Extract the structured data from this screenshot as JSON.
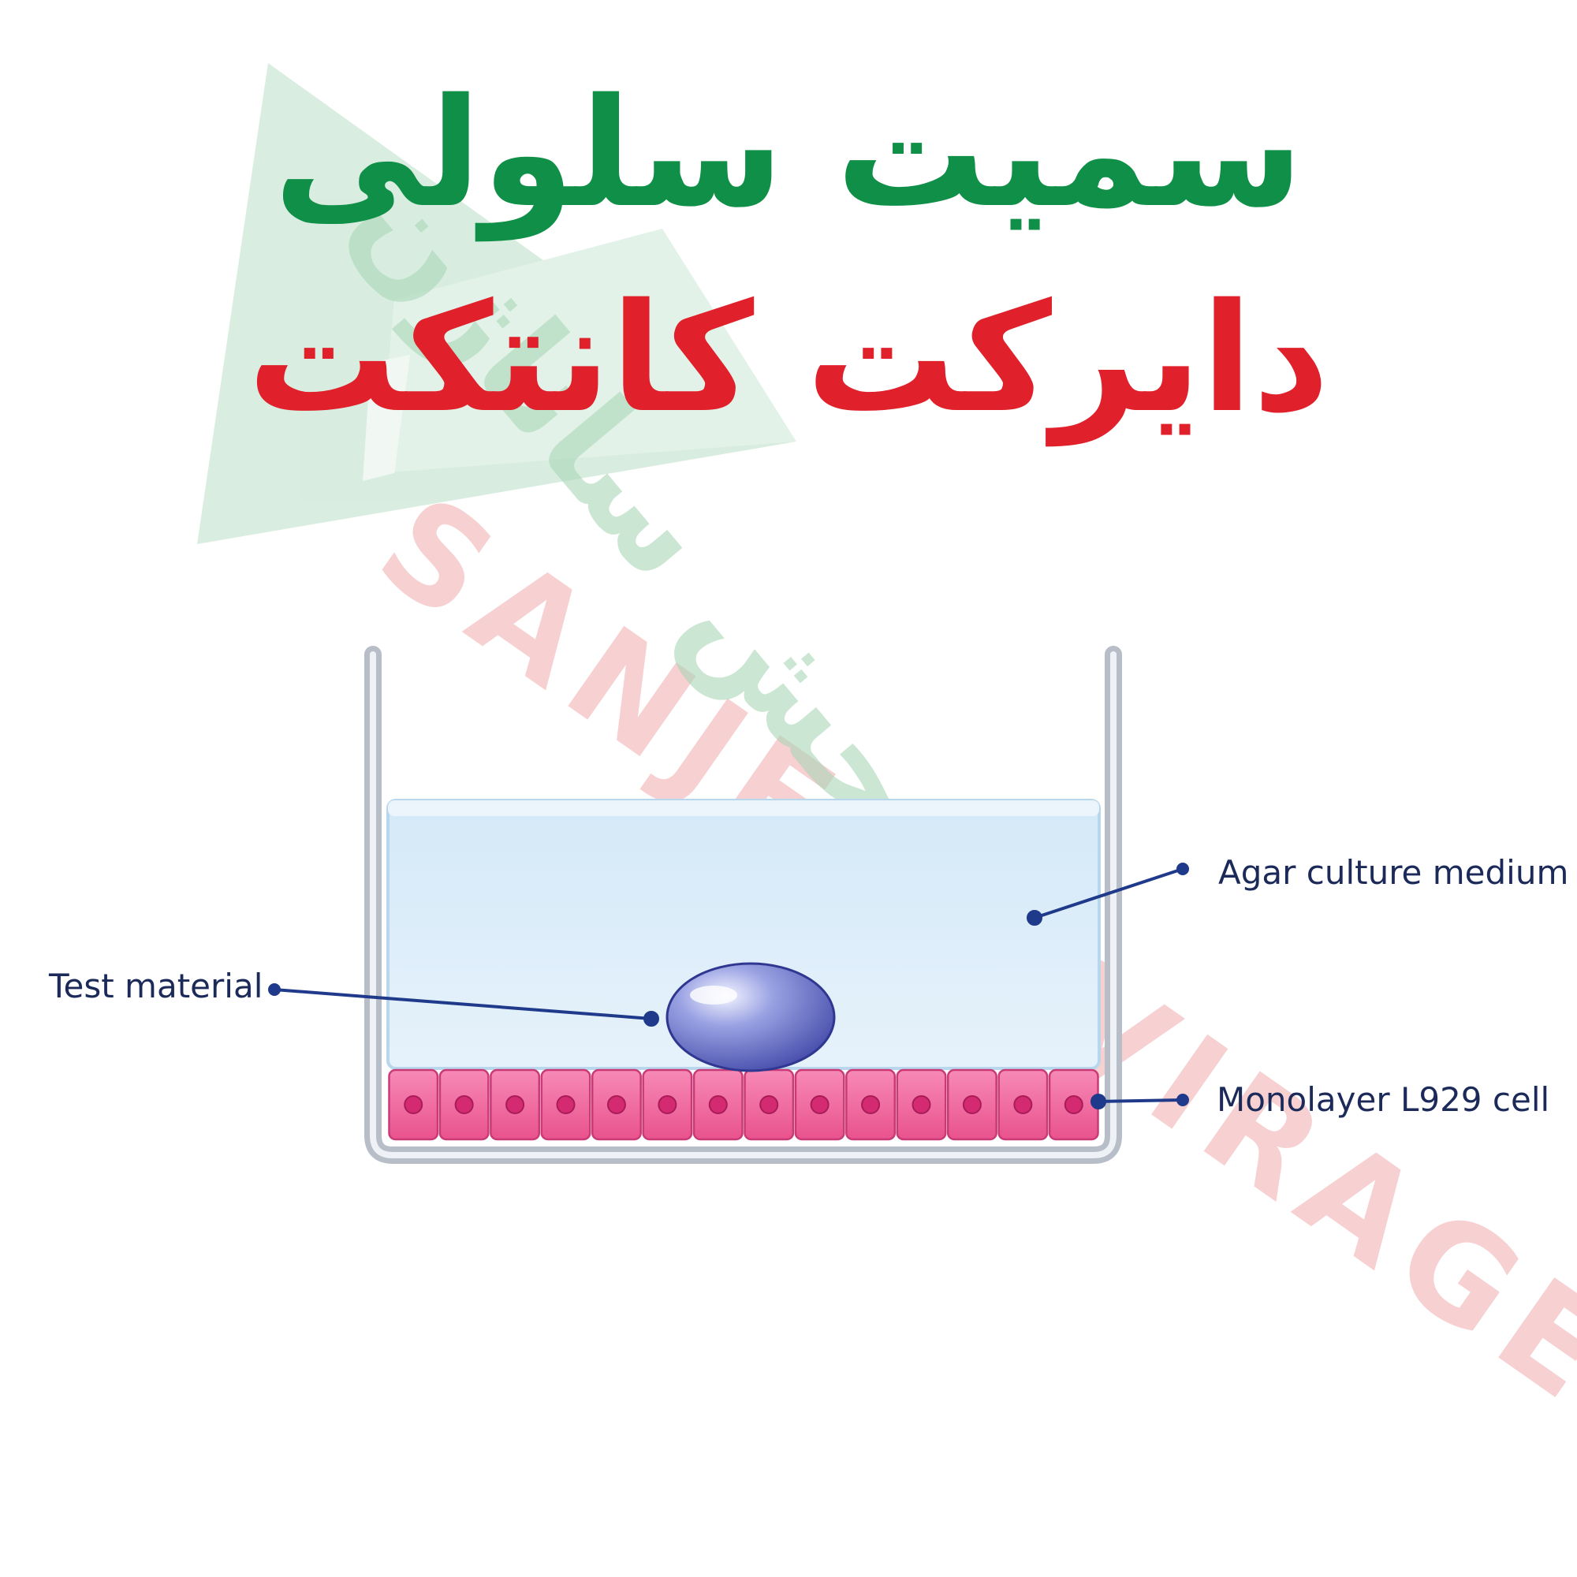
{
  "title": {
    "line1": "سمیت سلولی",
    "line2": "دایرکت کانتکت"
  },
  "labels": {
    "agar": "Agar culture medium",
    "test": "Test material",
    "cells": "Monolayer L929 cell"
  },
  "watermark": {
    "brand_latin": "SANJESH VIRAGEN",
    "brand_persian": "سنجش ساناژن"
  },
  "colors": {
    "title_line1": "#0f8f47",
    "title_line2": "#e0202a",
    "label_text": "#1c2a5a",
    "leader": "#1f3a8a",
    "agar": "#dbeefa",
    "cells": "#f06aa0",
    "test_material": "#6c74c9",
    "dish": "#b8bec8"
  },
  "icons": {
    "watermark_logo": "triangle-logo-icon"
  }
}
